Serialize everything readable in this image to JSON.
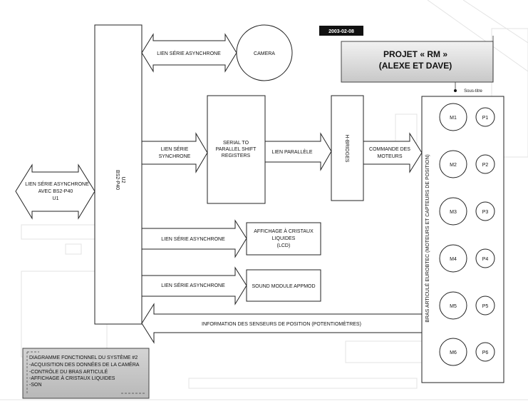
{
  "date_tag": "2003-02-08",
  "project": {
    "line1": "PROJET « RM »",
    "line2": "(ALEXE ET DAVE)"
  },
  "subtitle_label": "Sous-titre",
  "controller": {
    "line1": "BS2-P40",
    "line2": "U2"
  },
  "left_link": {
    "line1": "LIEN SÉRIE ASYNCHRONE",
    "line2": "AVEC BS2-P40",
    "line3": "U1"
  },
  "camera_link": "LIEN SÉRIE ASYNCHRONE",
  "camera": "CAMERA",
  "sync_link": {
    "line1": "LIEN SÉRIE",
    "line2": "SYNCHRONE"
  },
  "shift_registers": {
    "line1": "SERIAL TO",
    "line2": "PARALLEL SHIFT",
    "line3": "REGISTERS"
  },
  "parallel_link": "LIEN PARALLÈLE",
  "hbridges": "H-BRIDGES",
  "motor_cmd": {
    "line1": "COMMANDE DES",
    "line2": "MOTEURS"
  },
  "arm": "BRAS ARTICULÉ EUROBTEC (MOTEURS ET CAPTEURS DE POSITION)",
  "motors": [
    "M1",
    "M2",
    "M3",
    "M4",
    "M5",
    "M6"
  ],
  "pots": [
    "P1",
    "P2",
    "P3",
    "P4",
    "P5",
    "P6"
  ],
  "lcd_link": "LIEN SÉRIE ASYNCHRONE",
  "lcd": {
    "line1": "AFFICHAGE À CRISTAUX",
    "line2": "LIQUIDES",
    "line3": "(LCD)"
  },
  "sound_link": "LIEN SÉRIE ASYNCHRONE",
  "sound": "SOUND MODULE APPMOD",
  "feedback": "INFORMATION DES SENSEURS DE POSITION (POTENTIOMÈTRES)",
  "legend": {
    "title": "DIAGRAMME FONCTIONNEL DU SYSTÈME #2",
    "items": [
      "-ACQUISITION DES DONNÉES DE LA CAMÉRA",
      "-CONTRÔLE DU BRAS ARTICULÉ",
      "-AFFICHAGE À CRISTAUX LIQUIDES",
      "-SON"
    ]
  }
}
